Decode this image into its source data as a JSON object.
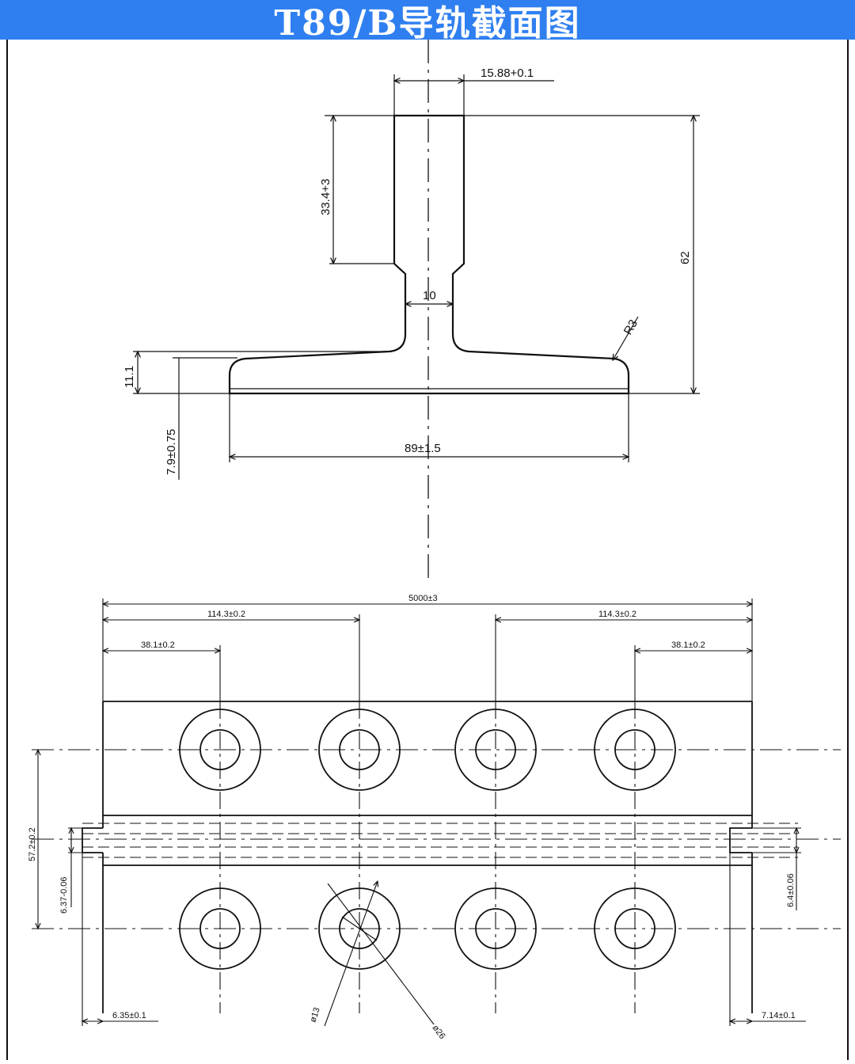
{
  "title": "T89/B导轨截面图",
  "colors": {
    "title_bar": "#2f7ff0",
    "title_text": "#ffffff",
    "line": "#111111"
  },
  "section": {
    "dim_head_width": "15.88+0.1",
    "dim_head_height": "33.4+3",
    "dim_total_height": "62",
    "dim_web": "10",
    "dim_radius": "R3",
    "dim_foot_height": "11.1",
    "dim_foot_thickness": "7.9±0.75",
    "dim_base_width": "89±1.5"
  },
  "plan": {
    "dim_length": "5000±3",
    "dim_hole_spacing_left": "114.3±0.2",
    "dim_hole_spacing_right": "114.3±0.2",
    "dim_edge_left": "38.1±0.2",
    "dim_edge_right": "38.1±0.2",
    "dim_row_spacing": "57.2±0.2",
    "dim_tongue_left": "6.37-0.06",
    "dim_groove_right": "6.4±0.06",
    "dim_offset_left": "6.35±0.1",
    "dim_offset_right": "7.14±0.1",
    "dim_hole_inner": "ø13",
    "dim_hole_outer": "ø26"
  }
}
